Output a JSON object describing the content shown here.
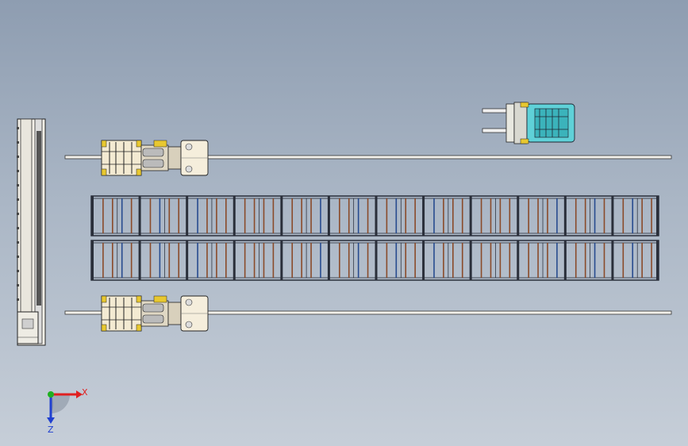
{
  "viewport": {
    "background_top": "#8e9db1",
    "background_bottom": "#c6ced8"
  },
  "colors": {
    "rail": "#f2f0ea",
    "rail_stroke": "#333333",
    "frame_stroke": "#1f2430",
    "roller_brown": "#8a4b2a",
    "roller_blue": "#274b8f",
    "robot_body": "#f3ead2",
    "robot_accent": "#e8c830",
    "forklift_cyan": "#5fd1d8",
    "axis_x": "#e02020",
    "axis_y": "#20b020",
    "axis_z": "#2040d0"
  },
  "components": {
    "rail_top": "linear-rail",
    "rail_bottom": "linear-rail",
    "robot_top": "transfer-robot",
    "robot_bottom": "transfer-robot",
    "forklift": "forklift",
    "left_track": "vertical-gantry-track",
    "racks": "roller-rack-conveyor"
  },
  "triad": {
    "x_label": "X",
    "z_label": "Z"
  }
}
